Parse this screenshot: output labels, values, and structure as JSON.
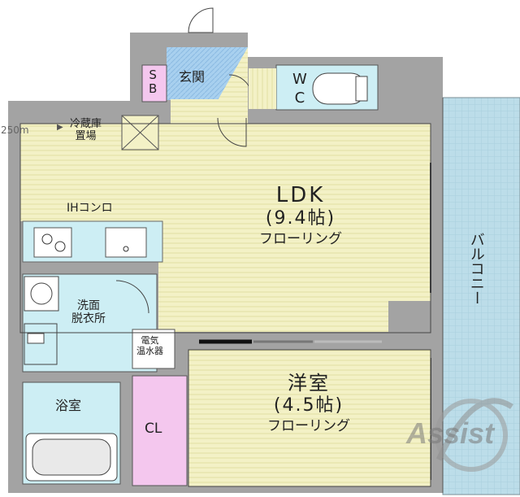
{
  "dimension_mark": "250m",
  "rooms": {
    "ldk": {
      "name": "LDK",
      "size": "(9.4帖)",
      "floor": "フローリング"
    },
    "western": {
      "name": "洋室",
      "size": "(4.5帖)",
      "floor": "フローリング"
    },
    "entrance": "玄関",
    "wc": {
      "line1": "W",
      "line2": "C"
    },
    "sb": {
      "line1": "S",
      "line2": "B"
    },
    "fridge": {
      "line1": "冷蔵庫",
      "line2": "置場"
    },
    "ih_stove": "IHコンロ",
    "washroom": {
      "line1": "洗面",
      "line2": "脱衣所"
    },
    "water_heater": {
      "line1": "電気",
      "line2": "温水器"
    },
    "bath": "浴室",
    "closet": "CL",
    "balcony": "バルコニー"
  },
  "watermark": "Assist",
  "colors": {
    "floor": "#f2f0c2",
    "tile": "#cdeef4",
    "balcony": "#b9dbe8",
    "wall": "#9d9d9d",
    "entrance": "#9bc7ea",
    "closet": "#f4c7ee"
  }
}
